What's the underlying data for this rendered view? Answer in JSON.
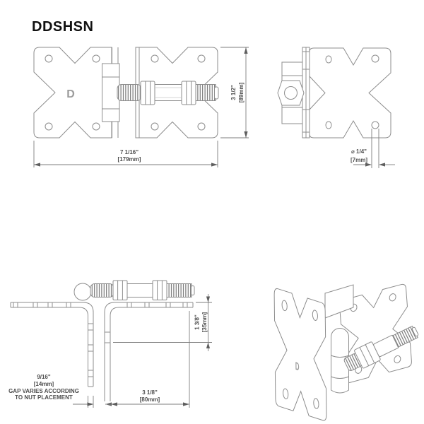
{
  "title": "DDSHSN",
  "logo_letter": "D",
  "colors": {
    "background": "#ffffff",
    "line": "#8d8d8d",
    "dimension_line": "#7e7e7e",
    "dimension_text": "#4d4d4d",
    "title_text": "#111111",
    "thread": "#6e6e6e",
    "logo": "#9c9c9c"
  },
  "views": {
    "front": {
      "width_in": "7 1/16\"",
      "width_mm": "[179mm]",
      "height_in": "3 1/2\"",
      "height_mm": "[89mm]"
    },
    "side": {
      "hole_dia_in": "⌀ 1/4\"",
      "hole_dia_mm": "[7mm]"
    },
    "top": {
      "gap_in": "9/16\"",
      "gap_mm": "[14mm]",
      "gap_note1": "GAP VARIES ACCORDING",
      "gap_note2": "TO NUT PLACEMENT",
      "depth_in": "1 3/8\"",
      "depth_mm": "[35mm]",
      "length_in": "3 1/8\"",
      "length_mm": "[80mm]"
    }
  }
}
